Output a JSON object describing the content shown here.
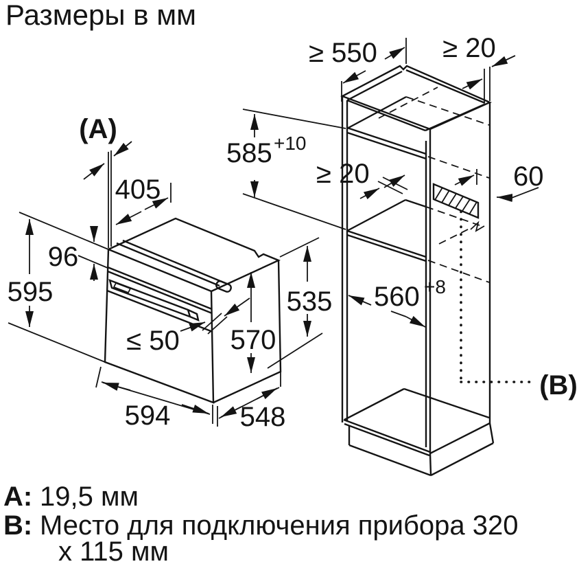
{
  "title": "Размеры в мм",
  "oven": {
    "label_a": "(A)",
    "d405": "405",
    "d96": "96",
    "d595": "595",
    "d50": "≤ 50",
    "d594": "594",
    "d548": "548",
    "d570": "570",
    "d535": "535"
  },
  "cabinet": {
    "d550": "≥ 550",
    "d20_top": "≥ 20",
    "d585": "585",
    "d585_sup": "+10",
    "d20_mid": "≥ 20",
    "d60": "60",
    "d560": "560",
    "d560_sup": "+8",
    "label_b": "(B)"
  },
  "legend": {
    "a_key": "A:",
    "a_value": "19,5 мм",
    "b_key": "B:",
    "b_value": "Место для подключения прибора 320",
    "b_value2": "x 115 мм"
  },
  "colors": {
    "ink": "#141414",
    "background": "#ffffff"
  }
}
